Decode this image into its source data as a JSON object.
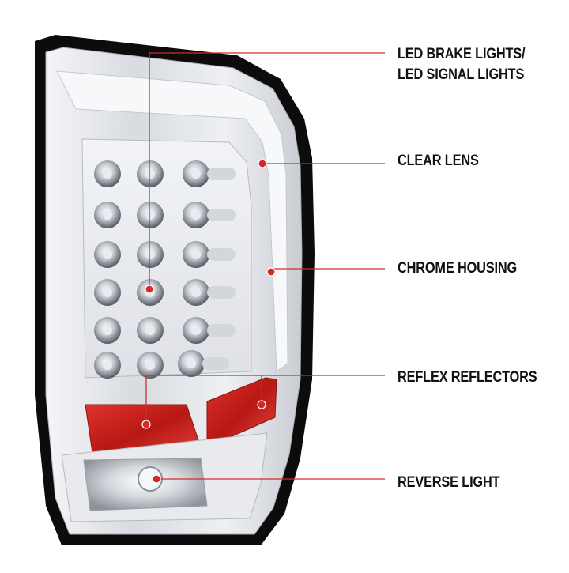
{
  "image": {
    "subject": "LED tail light assembly",
    "callout_color": "#d42a2a"
  },
  "callouts": [
    {
      "lines": [
        "LED BRAKE LIGHTS/",
        "LED SIGNAL LIGHTS"
      ]
    },
    {
      "lines": [
        "CLEAR LENS"
      ]
    },
    {
      "lines": [
        "CHROME HOUSING"
      ]
    },
    {
      "lines": [
        "REFLEX REFLECTORS"
      ]
    },
    {
      "lines": [
        "REVERSE LIGHT"
      ]
    }
  ]
}
